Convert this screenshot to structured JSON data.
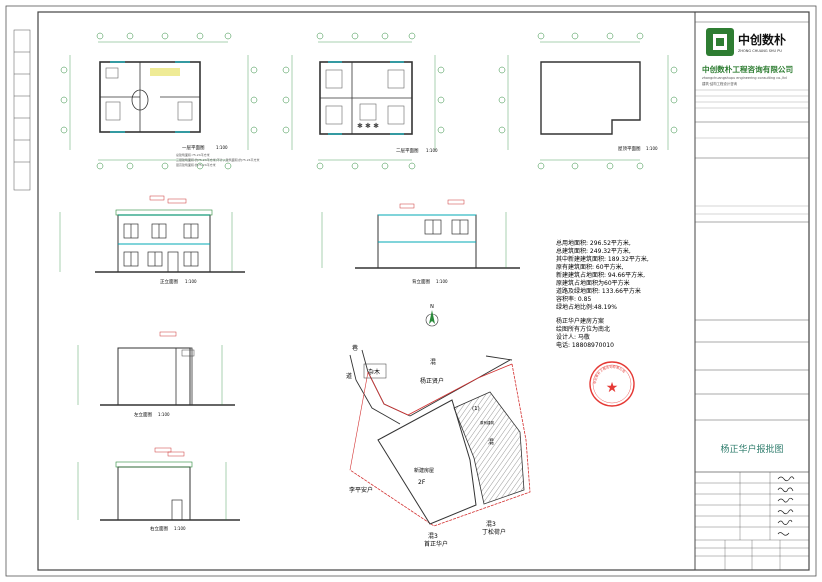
{
  "plan1": {
    "title": "一层平面图",
    "scale": "1:100"
  },
  "plan2": {
    "title": "二层平面图",
    "scale": "1:100"
  },
  "plan3": {
    "title": "屋顶平面图",
    "scale": "1:100"
  },
  "plan_notes": [
    "总建筑面积:75.24平方米",
    "三层建筑面积:约75.24平方米(不计入建筑面积)约75.24平方米",
    "层高建筑面积:约75.24平方米"
  ],
  "elev_s": {
    "title": "正立面图",
    "scale": "1:100"
  },
  "elev_n": {
    "title": "背立面图",
    "scale": "1:100"
  },
  "elev_w": {
    "title": "左立面图",
    "scale": "1:100"
  },
  "elev_e": {
    "title": "右立面图",
    "scale": "1:100"
  },
  "stats": [
    "总用地面积:  296.52平方米,",
    "总建筑面积:  249.32平方米,",
    "其中新建建筑面积: 189.32平方米,",
    "原有建筑面积:  60平方米,",
    "新建建筑占地面积: 94.66平方米,",
    "原建筑占地面积为60平方米",
    "道路及绿地面积: 133.66平方米",
    "容积率:    0.85",
    "绿地占地比例:48.19%"
  ],
  "project": [
    "杨正华户建房方案",
    "绘图所有方位为南北",
    "设计人: 马敬",
    "电话: 18808970010"
  ],
  "site": {
    "north_label": "N",
    "labels": {
      "road": "巷",
      "road2": "道",
      "wood": "杂木",
      "neighbor_n_a": "混",
      "neighbor_n_b": "杨正贤户",
      "neighbor_w": "李平安户",
      "site_name": "新建房屋",
      "site_floors": "2F",
      "neighbor_e": "混",
      "neighbor_s1_a": "混3",
      "neighbor_s1_b": "首正华户",
      "neighbor_s2_a": "混3",
      "neighbor_s2_b": "丁松荷户",
      "old_bldg": "(1)",
      "old_bldg_note": "原有建筑"
    }
  },
  "company": {
    "logo_cn": "中创数朴",
    "logo_en": "ZHONG CHUANG SHU PU",
    "name": "中创数朴工程咨询有限公司",
    "web": "zhongchuangshupu engineering consulting co.,ltd",
    "desc": "建筑·结构工程设计咨询"
  },
  "drawing_title": "杨正华户报批图",
  "seal_text": "中创数朴工程咨询有限公司",
  "colors": {
    "line": "#3a3a3a",
    "cyan": "#00a8b5",
    "green": "#2a8a3a",
    "red": "#d32f2f",
    "title_text": "#2f7d6d"
  }
}
